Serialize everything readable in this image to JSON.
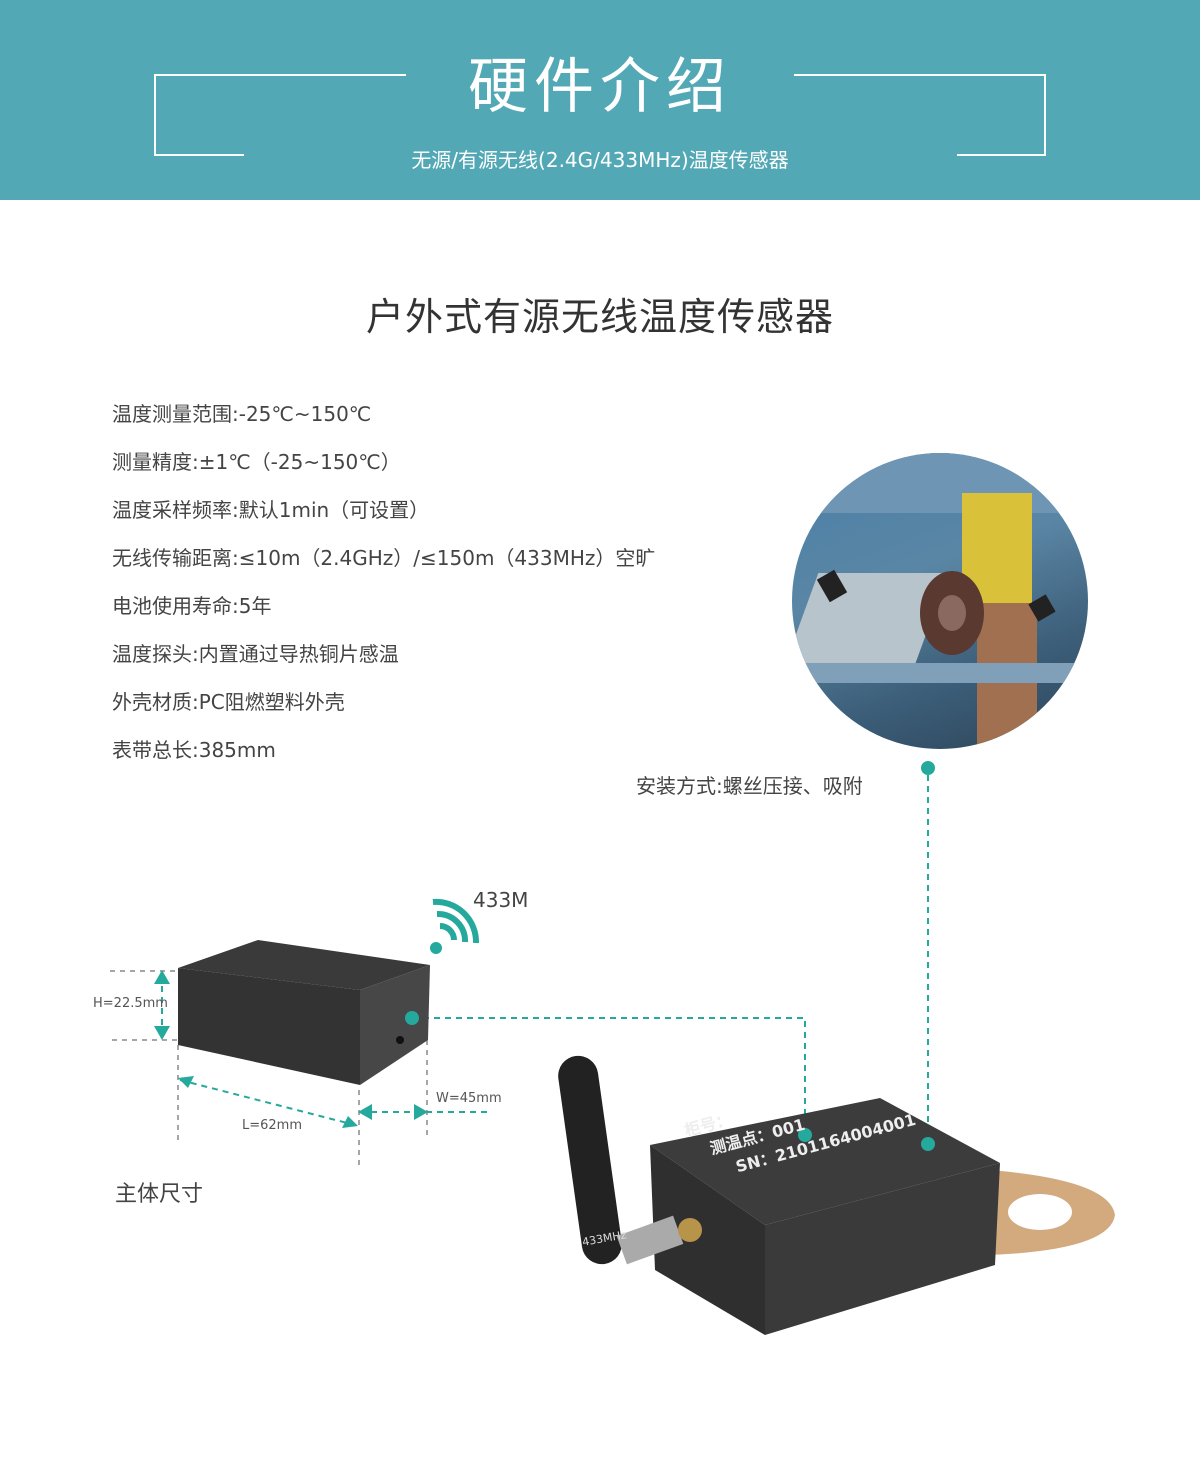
{
  "header": {
    "title": "硬件介绍",
    "subtitle": "无源/有源无线(2.4G/433MHz)温度传感器"
  },
  "section_title": "户外式有源无线温度传感器",
  "specs": [
    "温度测量范围:-25℃~150℃",
    "测量精度:±1℃（-25~150℃）",
    "温度采样频率:默认1min（可设置）",
    "无线传输距离:≤10m（2.4GHz）/≤150m（433MHz）空旷",
    "电池使用寿命:5年",
    "温度探头:内置通过导热铜片感温",
    "外壳材质:PC阻燃塑料外壳",
    "表带总长:385mm"
  ],
  "install_label": "安装方式:螺丝压接、吸附",
  "signal_label": "433M",
  "dimensions": {
    "title": "主体尺寸",
    "height": "H=22.5mm",
    "length": "L=62mm",
    "width": "W=45mm"
  },
  "device_labels": {
    "cabinet": "柜号：",
    "point": "测温点：001",
    "sn": "SN：2101164004001",
    "antenna": "433MHz"
  },
  "colors": {
    "header_bg": "#53a8b6",
    "accent": "#26a99d"
  }
}
